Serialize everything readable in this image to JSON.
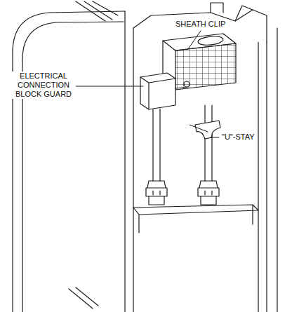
{
  "diagram": {
    "labels": [
      "SHEATH CLIP",
      "ELECTRICAL CONNECTION BLOCK GUARD",
      "\"U\"-STAY"
    ]
  }
}
